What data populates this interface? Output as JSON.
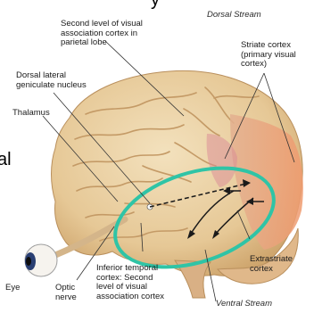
{
  "labels": {
    "top_partial": "y",
    "left_partial": "al",
    "dorsal_stream": "Dorsal Stream",
    "second_level_parietal": [
      "Second level of visual",
      "association cortex in",
      "parietal lobe"
    ],
    "striate_cortex": [
      "Striate cortex",
      "(primary visual",
      "cortex)"
    ],
    "dorsal_lateral_geniculate": [
      "Dorsal lateral",
      "geniculate nucleus"
    ],
    "thalamus": "Thalamus",
    "extrastriate_cortex": [
      "Extrastriate",
      "cortex"
    ],
    "inferior_temporal": [
      "Inferior temporal",
      "cortex: Second",
      "level of visual",
      "association cortex"
    ],
    "eye": "Eye",
    "optic_nerve": [
      "Optic",
      "nerve"
    ],
    "ventral_stream": "Ventral Stream"
  },
  "colors": {
    "brain": "#ecd3a8",
    "visual_cortex": "#e9a07a",
    "highlight_ring": "#2fc4a6",
    "pathway_arrow": "#1a1a1a"
  }
}
